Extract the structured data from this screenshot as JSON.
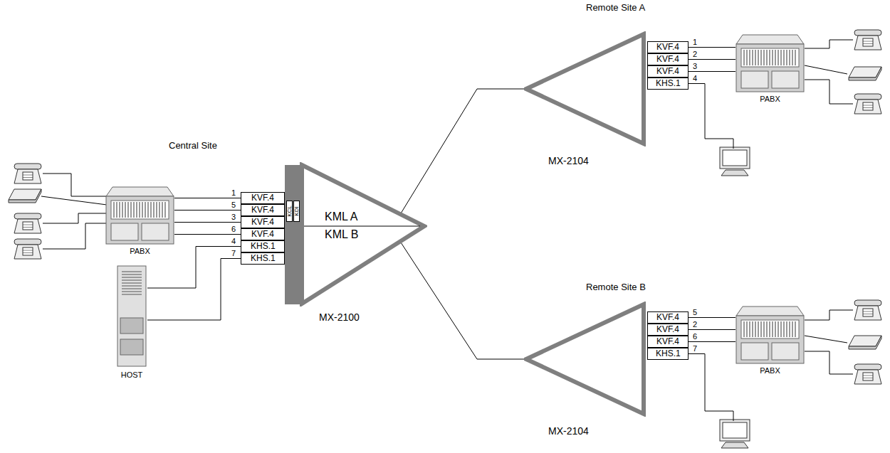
{
  "diagram": {
    "nodes": [
      {
        "text": [
          "PABX"
        ]
      },
      {
        "text": [
          "HOST"
        ]
      },
      {
        "text": [
          "KVF.4"
        ]
      },
      {
        "text": [
          "KVF.4"
        ]
      },
      {
        "text": [
          "KVF.4"
        ]
      },
      {
        "text": [
          "KVF.4"
        ]
      },
      {
        "text": [
          "KHS.1"
        ]
      },
      {
        "text": [
          "KHS.1"
        ]
      },
      {
        "text": [
          "KCL"
        ]
      },
      {
        "text": [
          "KDI"
        ]
      },
      {
        "text": [
          "KML A",
          "KML B",
          "MX-2100"
        ]
      },
      {
        "text": [
          "MX-2104"
        ]
      },
      {
        "text": [
          "KVF.4"
        ]
      },
      {
        "text": [
          "KVF.4"
        ]
      },
      {
        "text": [
          "KVF.4"
        ]
      },
      {
        "text": [
          "KHS.1"
        ]
      },
      {
        "text": [
          "PABX"
        ]
      },
      {
        "text": [
          "MX-2104"
        ]
      },
      {
        "text": [
          "KVF.4"
        ]
      },
      {
        "text": [
          "KVF.4"
        ]
      },
      {
        "text": [
          "KVF.4"
        ]
      },
      {
        "text": [
          "KHS.1"
        ]
      },
      {
        "text": [
          "PABX"
        ]
      }
    ],
    "edges": [
      {
        "from": 0,
        "to": 2,
        "arrow": "none",
        "label": "1"
      },
      {
        "from": 0,
        "to": 3,
        "arrow": "none",
        "label": "5"
      },
      {
        "from": 0,
        "to": 4,
        "arrow": "none",
        "label": "3"
      },
      {
        "from": 0,
        "to": 5,
        "arrow": "none",
        "label": "6"
      },
      {
        "from": 1,
        "to": 6,
        "arrow": "none",
        "label": "4"
      },
      {
        "from": 1,
        "to": 7,
        "arrow": "none",
        "label": "7"
      },
      {
        "from": 10,
        "to": 11,
        "arrow": "none"
      },
      {
        "from": 10,
        "to": 17,
        "arrow": "none"
      },
      {
        "from": 12,
        "to": 16,
        "arrow": "none",
        "label": "1"
      },
      {
        "from": 13,
        "to": 16,
        "arrow": "none",
        "label": "2"
      },
      {
        "from": 14,
        "to": 16,
        "arrow": "none",
        "label": "3"
      },
      {
        "from": 18,
        "to": 22,
        "arrow": "none",
        "label": "5"
      },
      {
        "from": 19,
        "to": 22,
        "arrow": "none",
        "label": "2"
      },
      {
        "from": 20,
        "to": 22,
        "arrow": "none",
        "label": "6"
      }
    ],
    "labels": [
      "Central Site",
      "Remote Site A",
      "Remote Site B",
      "4",
      "7"
    ]
  }
}
